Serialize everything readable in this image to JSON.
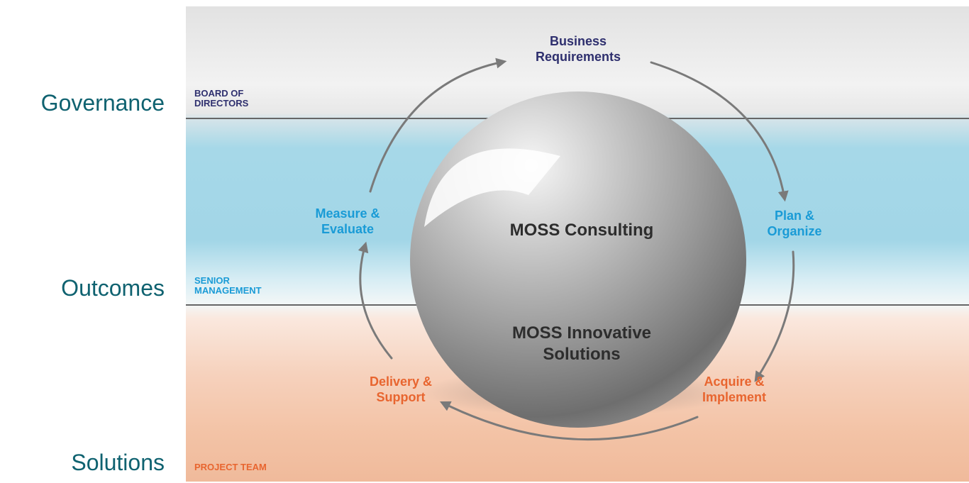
{
  "side_labels": {
    "governance": "Governance",
    "outcomes": "Outcomes",
    "solutions": "Solutions"
  },
  "tiers": {
    "board": "BOARD OF\nDIRECTORS",
    "senior": "SENIOR\nMANAGEMENT",
    "project": "PROJECT TEAM"
  },
  "cycle": {
    "business_requirements": "Business\nRequirements",
    "plan_organize": "Plan &\nOrganize",
    "acquire_implement": "Acquire &\nImplement",
    "delivery_support": "Delivery &\nSupport",
    "measure_evaluate": "Measure &\nEvaluate"
  },
  "sphere": {
    "top_label": "MOSS Consulting",
    "bottom_label": "MOSS Innovative\nSolutions"
  },
  "colors": {
    "side_label": "#0f6270",
    "board": "#2e2f6e",
    "senior": "#1a9bd6",
    "project": "#e8652f",
    "arrow": "#7a7a7a",
    "divider": "#666666"
  }
}
